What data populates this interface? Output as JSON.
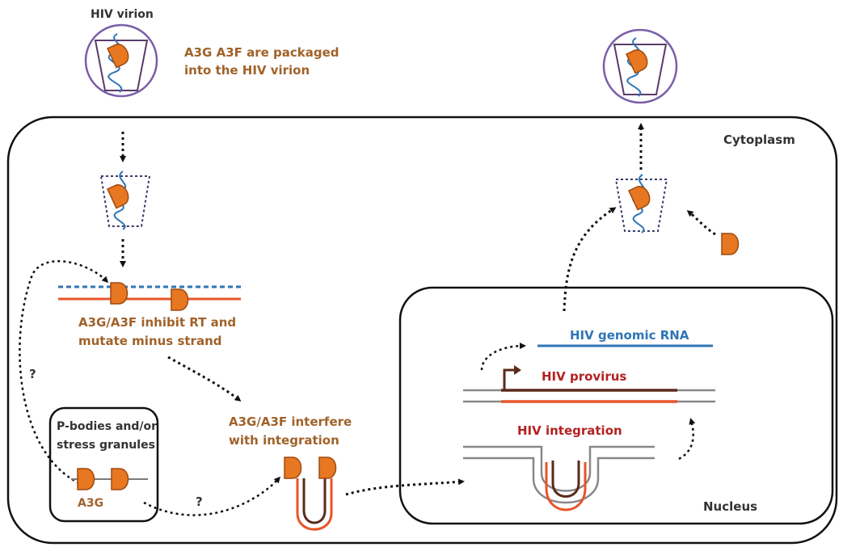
{
  "labels": {
    "virion_title": "HIV virion",
    "packaged_line1": "A3G A3F are packaged",
    "packaged_line2": "into the HIV virion",
    "cytoplasm": "Cytoplasm",
    "inhibit_line1": "A3G/A3F inhibit RT and",
    "inhibit_line2": "mutate minus strand",
    "question1": "?",
    "question2": "?",
    "pbodies_line1": "P-bodies and/or",
    "pbodies_line2": "stress granules",
    "a3g": "A3G",
    "interfere_line1": "A3G/A3F interfere",
    "interfere_line2": "with integration",
    "genomic_rna": "HIV genomic RNA",
    "provirus": "HIV provirus",
    "integration": "HIV integration",
    "nucleus": "Nucleus"
  },
  "colors": {
    "a3g_protein": "#e87722",
    "protein_outline": "#9c4a10",
    "virion_outline": "#7a5ea8",
    "rna_blue": "#2e75b6",
    "dna_red": "#e8542a",
    "dna_dark": "#5a2a1a",
    "text_brown": "#a0622a",
    "text_red": "#b22222"
  },
  "icons": [
    "a3g-protein-icon",
    "hiv-virion-icon",
    "dotted-arrow-icon",
    "rna-strand-icon",
    "dna-duplex-icon"
  ]
}
